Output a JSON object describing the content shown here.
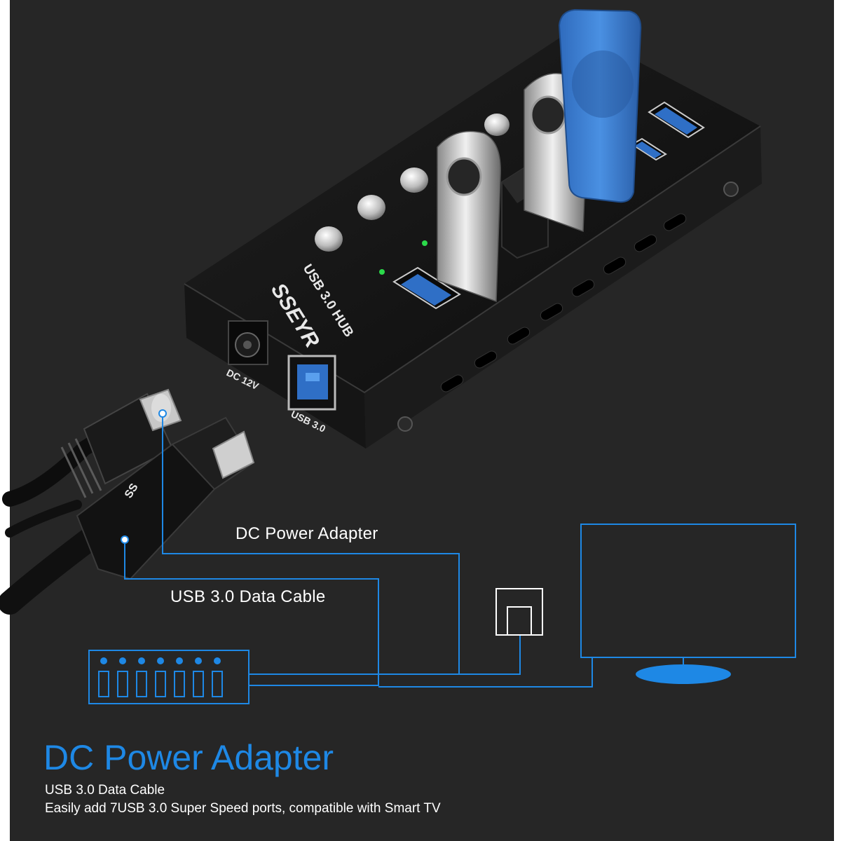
{
  "hub": {
    "brand": "SSEYR",
    "model": "USB 3.0 HUB",
    "power_port_label": "DC 12V",
    "upstream_port_label": "USB 3.0"
  },
  "cable": {
    "plug_imprint": "SS"
  },
  "diagram": {
    "power_label": "DC Power Adapter",
    "cable_label": "USB 3.0 Data Cable",
    "accent_color": "#1e88e5"
  },
  "caption": {
    "headline": "DC Power Adapter",
    "line1": "USB 3.0 Data Cable",
    "line2": "Easily add 7USB 3.0 Super Speed ports, compatible with Smart TV"
  },
  "colors": {
    "background": "#262626",
    "hub_body": "#141414",
    "usb_blue": "#3a7fd5",
    "text": "#ffffff"
  }
}
